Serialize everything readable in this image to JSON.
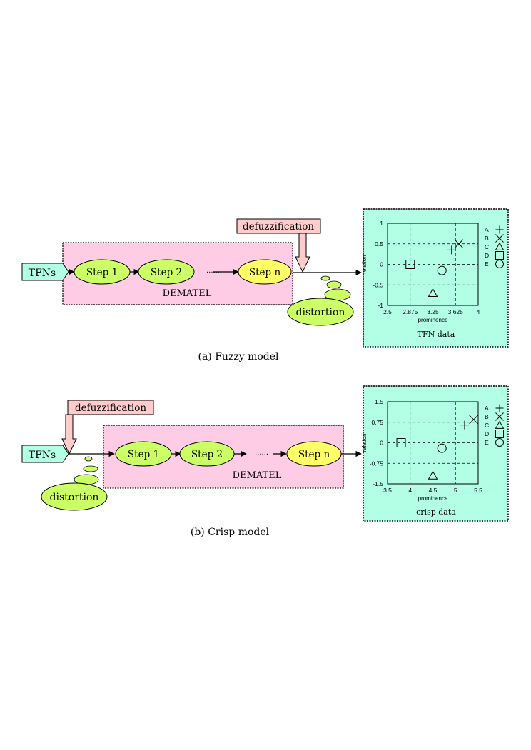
{
  "colors": {
    "tfn_fill": "#b3ffe5",
    "dematel_fill": "#ffcce6",
    "defuzz_fill": "#ffcccc",
    "step_fill": "#ccff66",
    "stepn_fill": "#ffff66",
    "distortion_fill": "#ccff66",
    "panel_fill": "#b3ffe5"
  },
  "marker_shapes": [
    "plus",
    "cross",
    "triangle",
    "square",
    "circle"
  ],
  "fuzzy": {
    "input_label": "TFNs",
    "steps": [
      "Step 1",
      "Step 2",
      "Step n"
    ],
    "ellipsis": "......",
    "process_label": "DEMATEL",
    "defuzz_label": "defuzzification",
    "distortion_label": "distortion",
    "caption": "(a) Fuzzy model",
    "panel_label": "TFN data",
    "chart": {
      "type": "scatter",
      "xlabel": "prominence",
      "ylabel": "relation",
      "xlim": [
        2.5,
        4
      ],
      "ylim": [
        -1,
        1
      ],
      "xticks": [
        "2.5",
        "2.875",
        "3.25",
        "3.625",
        "4"
      ],
      "yticks": [
        "1",
        "0.5",
        "0",
        "-0.5",
        "-1"
      ],
      "grid": true,
      "legend": [
        "A",
        "B",
        "C",
        "D",
        "E"
      ],
      "points": [
        {
          "name": "A",
          "x": 3.56,
          "y": 0.35
        },
        {
          "name": "B",
          "x": 3.68,
          "y": 0.5
        },
        {
          "name": "C",
          "x": 3.25,
          "y": -0.7
        },
        {
          "name": "D",
          "x": 2.875,
          "y": 0
        },
        {
          "name": "E",
          "x": 3.4,
          "y": -0.15
        }
      ]
    }
  },
  "crisp": {
    "input_label": "TFNs",
    "steps": [
      "Step 1",
      "Step 2",
      "Step n"
    ],
    "ellipsis": "......",
    "process_label": "DEMATEL",
    "defuzz_label": "defuzzification",
    "distortion_label": "distortion",
    "caption": "(b) Crisp model",
    "panel_label": "crisp data",
    "chart": {
      "type": "scatter",
      "xlabel": "prominence",
      "ylabel": "relation",
      "xlim": [
        3.5,
        5.5
      ],
      "ylim": [
        -1.5,
        1.5
      ],
      "xticks": [
        "3.5",
        "4",
        "4.5",
        "5",
        "5.5"
      ],
      "yticks": [
        "1.5",
        "0.75",
        "0",
        "-0.75",
        "-1.5"
      ],
      "grid": true,
      "legend": [
        "A",
        "B",
        "C",
        "D",
        "E"
      ],
      "points": [
        {
          "name": "A",
          "x": 5.2,
          "y": 0.65
        },
        {
          "name": "B",
          "x": 5.4,
          "y": 0.85
        },
        {
          "name": "C",
          "x": 4.5,
          "y": -1.2
        },
        {
          "name": "D",
          "x": 3.8,
          "y": 0
        },
        {
          "name": "E",
          "x": 4.7,
          "y": -0.2
        }
      ]
    }
  }
}
